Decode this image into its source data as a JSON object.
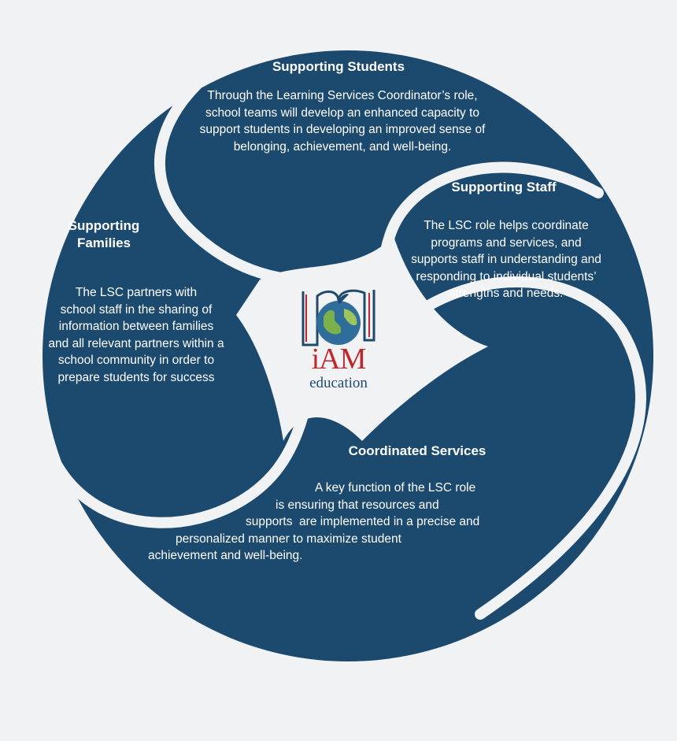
{
  "colors": {
    "background": "#f1f2f4",
    "segment": "#1c4a6e",
    "text": "#ffffff",
    "logo_red": "#c0272d",
    "logo_blue": "#1f4a6e"
  },
  "segments": {
    "students": {
      "title": "Supporting Students",
      "lines": [
        "Through the Learning Services Coordinator’s role,",
        "school teams will develop an enhanced capacity to",
        "support students in developing an improved sense of",
        "belonging, achievement, and well-being."
      ]
    },
    "staff": {
      "title": "Supporting Staff",
      "lines": [
        "The LSC role helps coordinate",
        "programs and services, and",
        "supports staff in understanding and",
        "responding to individual students’",
        "strengths and needs."
      ]
    },
    "families": {
      "title_line1": "Supporting",
      "title_line2": "Families",
      "lines": [
        "The LSC partners with",
        "school staff in the sharing of",
        "information between families",
        "and all relevant partners within a",
        "school community in order to",
        "prepare students for success"
      ]
    },
    "services": {
      "title": "Coordinated Services",
      "lines": [
        "A key function of the LSC role",
        "is ensuring that resources and",
        "supports  are implemented in a precise and",
        "personalized manner to maximize student",
        "achievement and well-being."
      ]
    }
  },
  "logo": {
    "word": "iAM",
    "sub": "education"
  }
}
